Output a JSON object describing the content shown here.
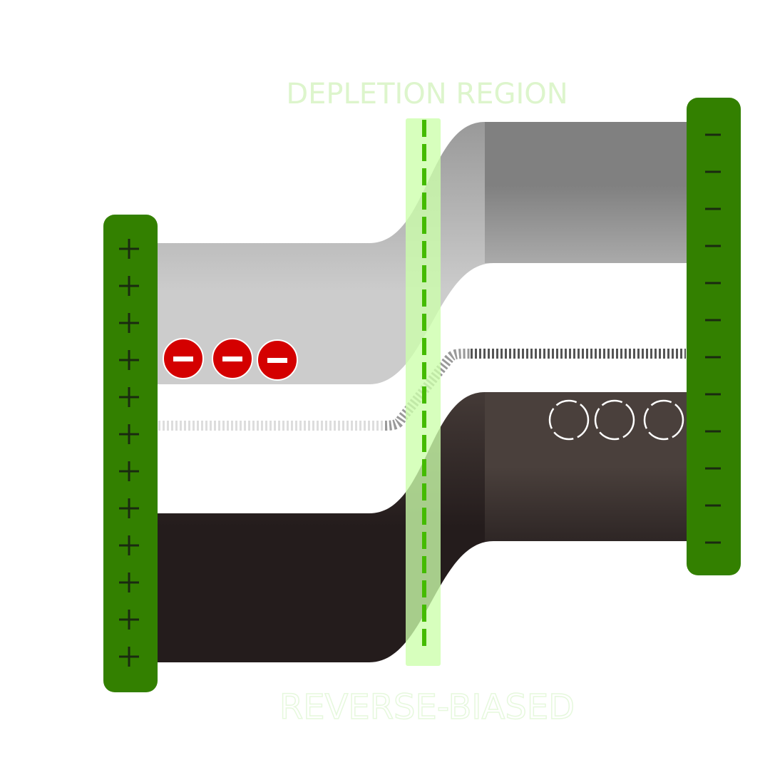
{
  "title": "DEPLETION REGION",
  "caption": "REVERSE-BIASED",
  "left_terminal": {
    "sign": "+",
    "count": 12,
    "color": "#338000"
  },
  "right_terminal": {
    "sign": "−",
    "count": 12,
    "color": "#338000"
  },
  "electrons": {
    "count": 3,
    "symbol": "−",
    "color": "#d40000"
  },
  "holes": {
    "count": 3
  },
  "depletion_band_color": "#ccffaa",
  "junction_line_color": "#44bb00",
  "title_color": "#ddf5cc",
  "caption_color": "#e6f8dd"
}
